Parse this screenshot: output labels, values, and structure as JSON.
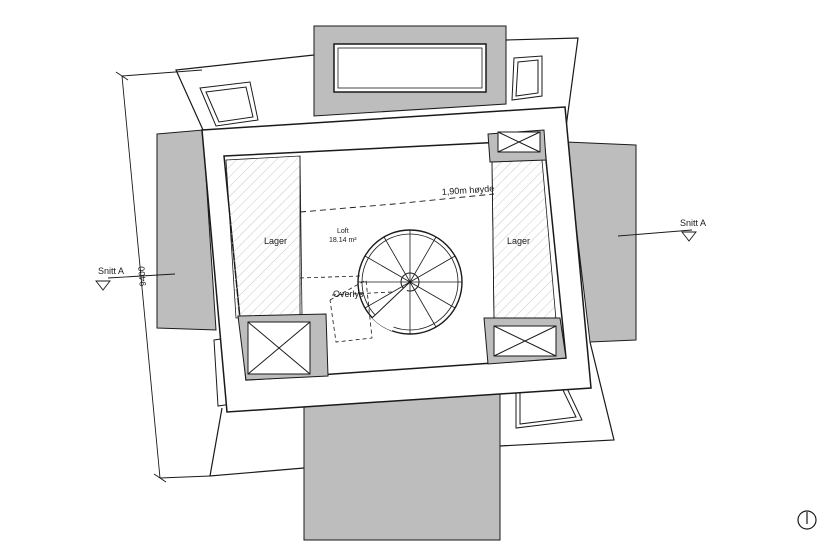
{
  "drawing": {
    "rooms": {
      "lager_left": "Lager",
      "lager_right": "Lager",
      "loft_name": "Loft",
      "loft_area": "18.14 m²"
    },
    "annotations": {
      "height_line": "1,90m høyde",
      "skylight": "Overlys",
      "dimension": "9400"
    },
    "section_markers": {
      "left": "Snitt A",
      "right": "Snitt A"
    },
    "colors": {
      "roof_grey": "#bdbdbd",
      "line": "#1a1a1a",
      "hatch": "#c8c8c8"
    }
  }
}
